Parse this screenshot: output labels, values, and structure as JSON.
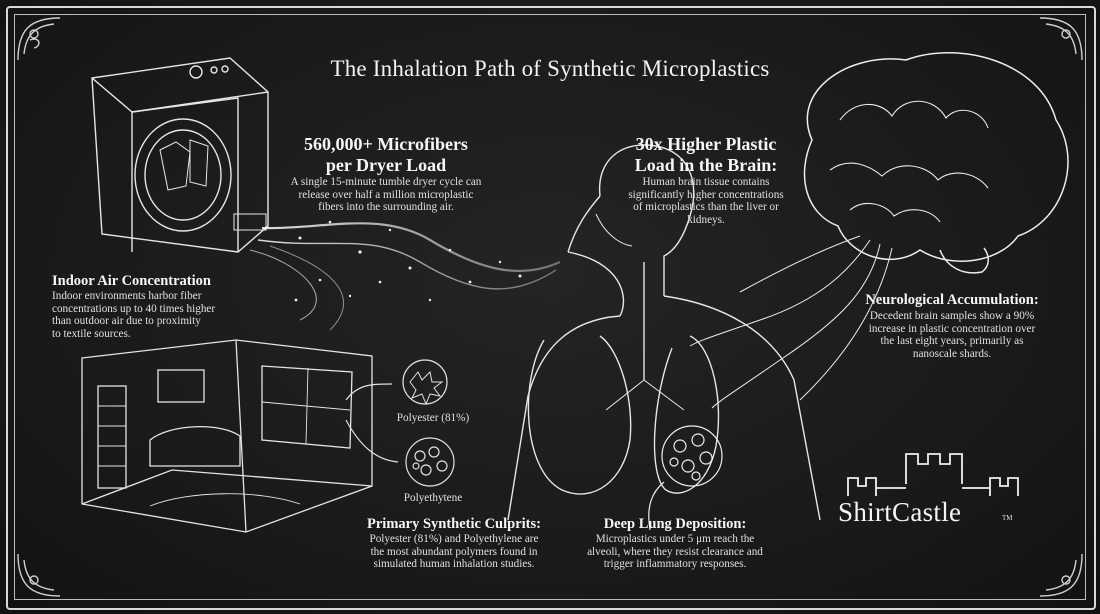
{
  "title": "The Inhalation Path of Synthetic Microplastics",
  "sections": {
    "dryer": {
      "heading_line1": "560,000+ Microfibers",
      "heading_line2": "per Dryer Load",
      "body_lines": [
        "A single 15-minute tumble dryer cycle can",
        "release over half a million microplastic",
        "fibers into the surrounding air."
      ]
    },
    "indoor": {
      "heading": "Indoor Air Concentration",
      "body_lines": [
        "Indoor environments harbor fiber",
        "concentrations up to 40 times higher",
        "than outdoor air due to proximity",
        "to textile sources."
      ]
    },
    "culprits": {
      "heading": "Primary Synthetic Culprits:",
      "body_lines": [
        "Polyester (81%) and Polyethylene are",
        "the most abundant polymers found in",
        "simulated human inhalation studies."
      ],
      "polyester_label": "Polyester (81%)",
      "polyethylene_label": "Polyethytene"
    },
    "brain_load": {
      "heading_line1": "30x Higher Plastic",
      "heading_line2": "Load in the Brain:",
      "body_lines": [
        "Human brain tissue contains",
        "significantly higher concentrations",
        "of microplastics than the liver or",
        "kidneys."
      ]
    },
    "neuro": {
      "heading": "Neurological Accumulation:",
      "body_lines": [
        "Decedent brain samples show a 90%",
        "increase in plastic concentration over",
        "the last eight years, primarily as",
        "nanoscale shards."
      ]
    },
    "lung": {
      "heading": "Deep Lung Deposition:",
      "body_lines": [
        "Microplastics under 5 μm reach the",
        "alveoli, where they resist clearance and",
        "trigger inflammatory responses."
      ]
    }
  },
  "logo": {
    "text": "ShirtCastle",
    "mark": "TM"
  },
  "colors": {
    "background": "#1b1b1b",
    "chalk": "#ececec",
    "frame": "#d8d8d8"
  }
}
